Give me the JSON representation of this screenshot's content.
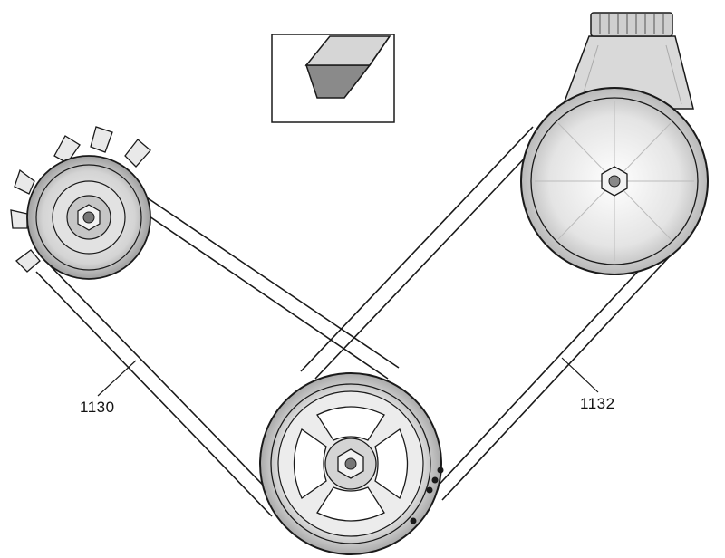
{
  "diagram": {
    "callouts": {
      "belt_left": "1130",
      "belt_right": "1132"
    },
    "components": {
      "alternator_pulley": "alternator-pulley",
      "power_steering_pump": "power-steering-pump",
      "crankshaft_pulley": "crankshaft-pulley",
      "belt_cross_section": "v-belt-cross-section"
    },
    "colors": {
      "ink": "#1a1a1a",
      "shade": "#bdbdbd",
      "light": "#ededed"
    }
  }
}
